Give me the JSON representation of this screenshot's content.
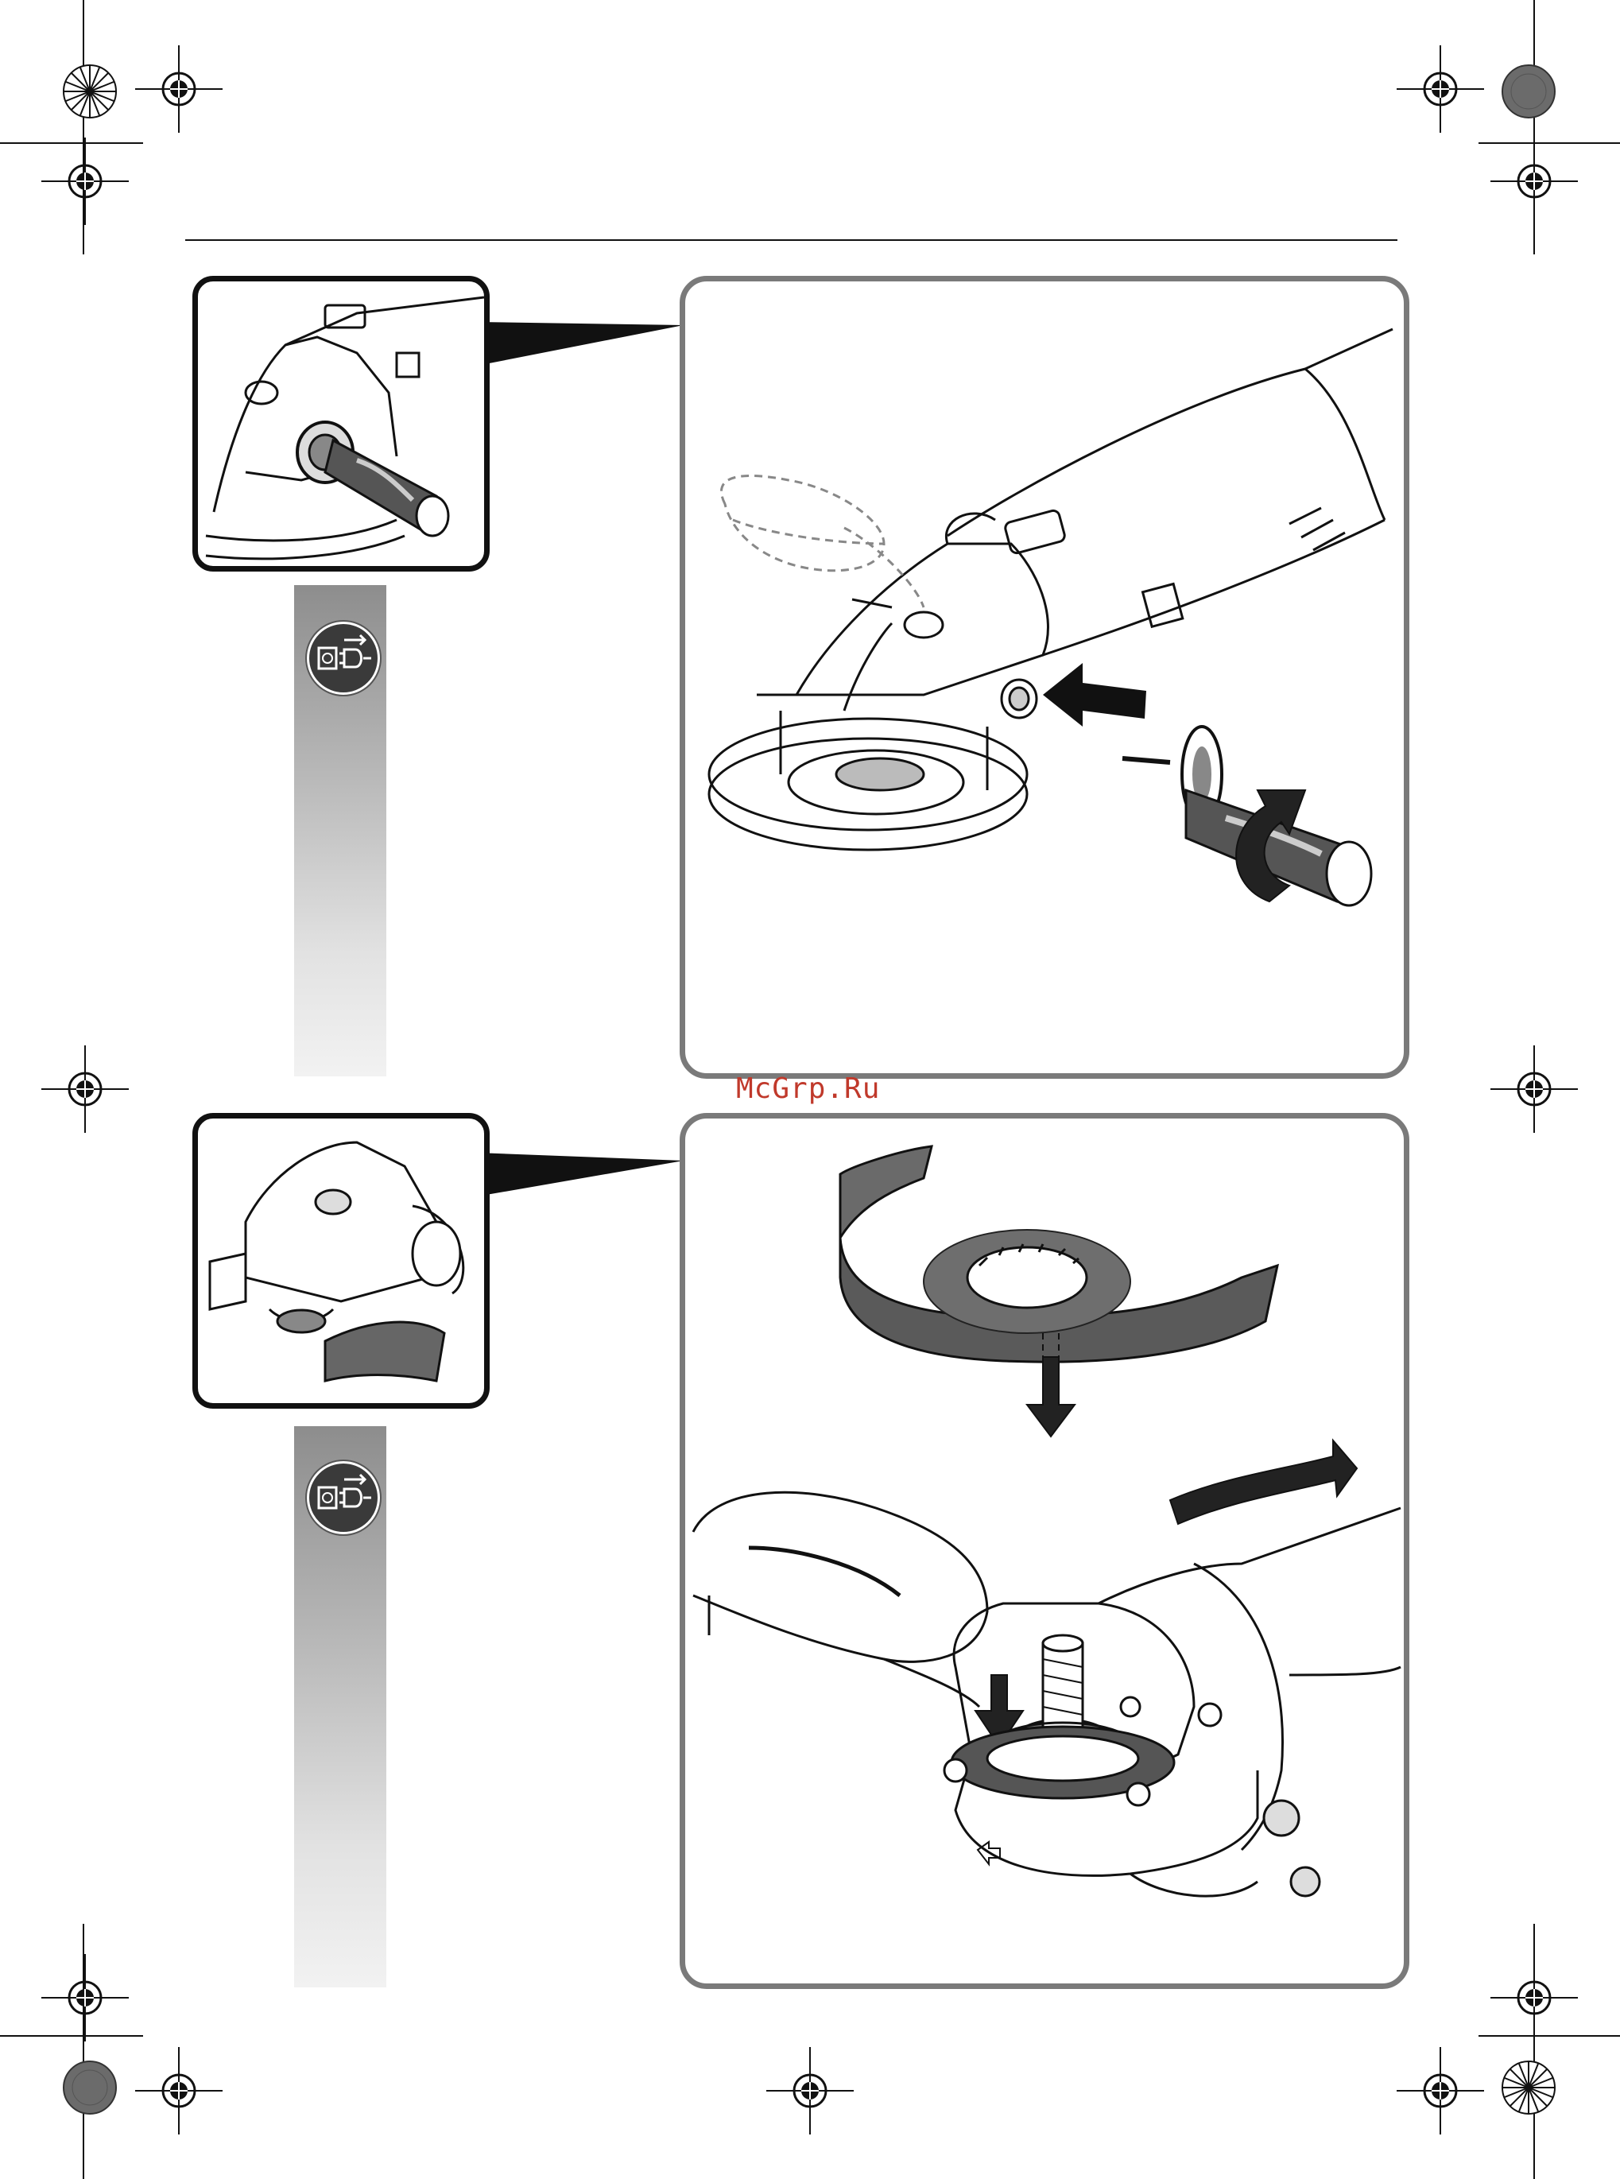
{
  "watermark": {
    "text": "McGrp.Ru"
  },
  "colors": {
    "frame": "#111111",
    "panel_border": "#7a7a7a",
    "watermark": "#c0392b",
    "guard_fill": "#5a5a5a"
  },
  "registration_marks": [
    {
      "name": "crosshair"
    },
    {
      "name": "crosshair"
    },
    {
      "name": "crosshair"
    },
    {
      "name": "crosshair"
    },
    {
      "name": "crosshair"
    },
    {
      "name": "crosshair"
    },
    {
      "name": "crosshair"
    },
    {
      "name": "crosshair"
    },
    {
      "name": "crosshair"
    },
    {
      "name": "crosshair"
    },
    {
      "name": "crosshair"
    },
    {
      "name": "crosshair"
    }
  ],
  "steps": [
    {
      "illustration": "angle-grinder-attach-side-handle",
      "badge_icon": "unplug-icon"
    },
    {
      "illustration": "angle-grinder-mount-guard",
      "badge_icon": "unplug-icon"
    }
  ]
}
